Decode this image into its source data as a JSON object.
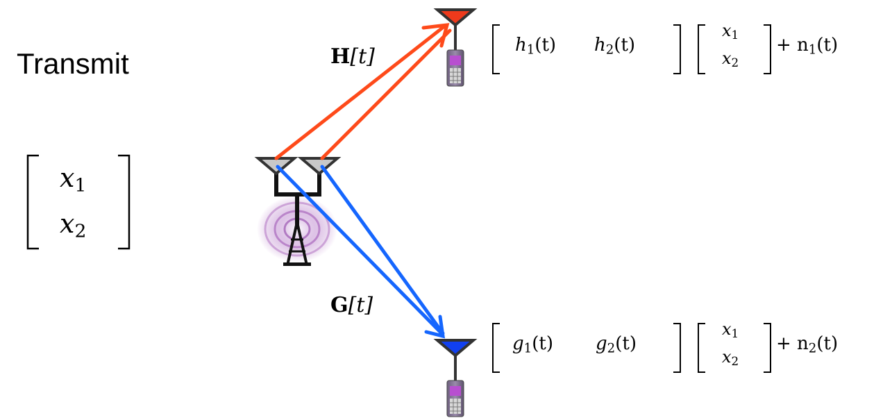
{
  "title": "Transmit",
  "tx_vector": {
    "x1": "x",
    "x1_sub": "1",
    "x2": "x",
    "x2_sub": "2"
  },
  "channel_H": {
    "letter": "H",
    "arg": "[t]"
  },
  "channel_G": {
    "letter": "G",
    "arg": "[t]"
  },
  "user1": {
    "c1": "h",
    "c1_sub": "1",
    "c1_arg": "(t)",
    "c2": "h",
    "c2_sub": "2",
    "c2_arg": "(t)",
    "v1": "x",
    "v1_sub": "1",
    "v2": "x",
    "v2_sub": "2",
    "noise": "+ n",
    "noise_sub": "1",
    "noise_arg": "(t)"
  },
  "user2": {
    "c1": "g",
    "c1_sub": "1",
    "c1_arg": "(t)",
    "c2": "g",
    "c2_sub": "2",
    "c2_arg": "(t)",
    "v1": "x",
    "v1_sub": "1",
    "v2": "x",
    "v2_sub": "2",
    "noise": "+ n",
    "noise_sub": "2",
    "noise_arg": "(t)"
  },
  "colors": {
    "link_H": "#fe4a1a",
    "link_G": "#1566fe",
    "rx1_antenna": "#ee3a1c",
    "rx2_antenna": "#1140f0",
    "tx_antenna": "#c8c8c8",
    "phone_body": "#8a7a9c",
    "phone_screen": "#b84fd0",
    "signal_waves": "#a45ab8"
  },
  "icons": [
    "base-station-icon",
    "antenna-icon",
    "mobile-phone-icon",
    "signal-wave-icon"
  ]
}
